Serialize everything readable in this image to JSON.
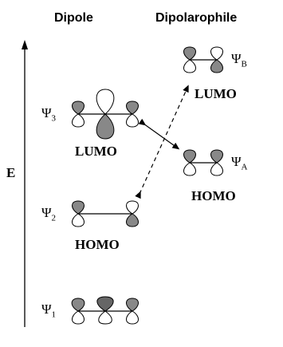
{
  "headers": {
    "dipole": "Dipole",
    "dipolarophile": "Dipolarophile"
  },
  "axis": {
    "label": "E"
  },
  "dipole": {
    "psi1": {
      "symbol": "Ψ",
      "sub": "1"
    },
    "psi2": {
      "symbol": "Ψ",
      "sub": "2",
      "label": "HOMO"
    },
    "psi3": {
      "symbol": "Ψ",
      "sub": "3",
      "label": "LUMO"
    }
  },
  "dipolarophile": {
    "psiA": {
      "symbol": "Ψ",
      "sub": "A",
      "label": "HOMO"
    },
    "psiB": {
      "symbol": "Ψ",
      "sub": "B",
      "label": "LUMO"
    }
  }
}
